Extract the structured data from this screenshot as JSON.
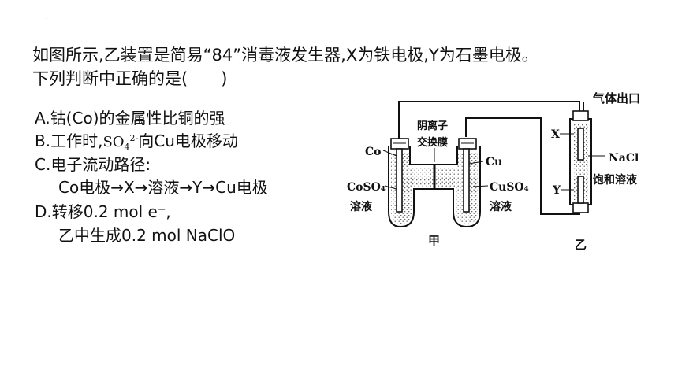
{
  "slide": {
    "mark": ".",
    "stem_line1": "如图所示,乙装置是简易“84”消毒液发生器,X为铁电极,Y为石墨电极。",
    "stem_line2": "下列判断中正确的是(　　)"
  },
  "options": {
    "a": "A.钴(Co)的金属性比铜的强",
    "b_before": "B.工作时,",
    "b_ion_main": "SO",
    "b_ion_sub": "4",
    "b_ion_sup": "2-",
    "b_after": "向Cu电极移动",
    "c_line1": "C.电子流动路径:",
    "c_line2": "Co电极→X→溶液→Y→Cu电极",
    "d_line1": "D.转移0.2 mol e⁻,",
    "d_line2": "乙中生成0.2 mol NaClO"
  },
  "diagram": {
    "gas_outlet": "气体出口",
    "membrane_line1": "阴离子",
    "membrane_line2": "交换膜",
    "co": "Co",
    "cu": "Cu",
    "coso4": "CoSO₄",
    "coso4_sol": "溶液",
    "cuso4": "CuSO₄",
    "cuso4_sol": "溶液",
    "x": "X",
    "y": "Y",
    "nacl": "NaCl",
    "nacl_sol": "饱和溶液",
    "jia": "甲",
    "yi": "乙"
  }
}
